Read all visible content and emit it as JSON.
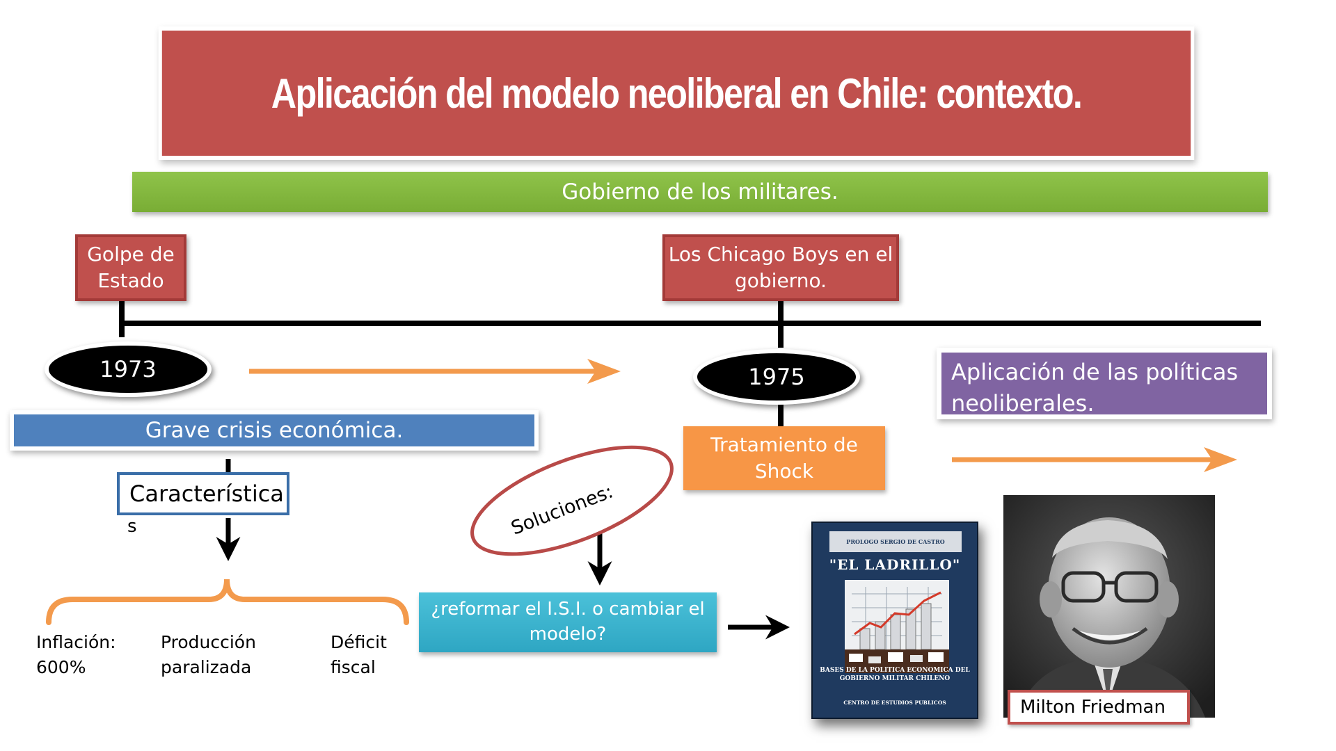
{
  "title": "Aplicación del modelo neoliberal en Chile: contexto.",
  "subtitle": "Gobierno de los militares.",
  "timeline": {
    "event_left": "Golpe de Estado",
    "event_right": "Los Chicago Boys en el gobierno.",
    "year_left": "1973",
    "year_right": "1975"
  },
  "crisis": "Grave crisis económica.",
  "characteristics": {
    "label": "Característica",
    "label_overflow": "s",
    "items": [
      "Inflación: 600%",
      "Producción paralizada",
      "Déficit fiscal"
    ]
  },
  "solutions_label": "Soluciones:",
  "question": "¿reformar  el I.S.I. o cambiar el modelo?",
  "treatment": "Tratamiento de Shock",
  "application": "Aplicación de las políticas neoliberales.",
  "book": {
    "prologue": "PROLOGO SERGIO DE CASTRO",
    "title": "\"EL LADRILLO\"",
    "subtitle": "BASES DE LA POLITICA ECONOMICA DEL GOBIERNO MILITAR CHILENO",
    "publisher": "CENTRO DE ESTUDIOS PUBLICOS"
  },
  "photo_caption": "Milton Friedman",
  "colors": {
    "title_red": "#c0504d",
    "green": "#8fc34a",
    "blue": "#4f81bd",
    "orange": "#f79646",
    "purple": "#8064a2",
    "cyan": "#31b0cf"
  }
}
